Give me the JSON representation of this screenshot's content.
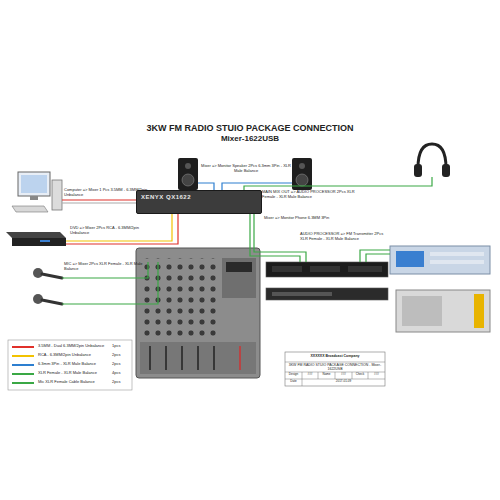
{
  "diagram": {
    "title": "3KW FM RADIO STUIO PACKAGE CONNECTION",
    "nodes": [
      {
        "text": [
          "XENYX QX1622"
        ]
      }
    ],
    "labels": [
      "Mixer-1622USB",
      "Mixer => Monitor Speaker 2Pcs 6.3mm 3Pin - XLR Male Balance",
      "Computer => Mixer 1 Pcs 3.5MM - 6.3MM/2pin Unbalance",
      "DVD => Mixer 2Pcs RCA - 6.3MM/2pin Unbalance",
      "MIC => Mixer 2Pcs XLR Female - XLR Male Balance",
      "MAIN MIX OUT => AUDIO PROCESSOR 2Pcs XLR Female - XLR Male Balance",
      "Mixer => Monitor Phone 6.3MM 3Pin",
      "AUDIO PROCESSOR => FM Transmitter 2Pcs XLR Female - XLR Male Balance",
      "1pcs",
      "2pcs",
      "2pcs",
      "4pcs",
      "2pcs",
      "XXXXXX Broadcast Company",
      "3KW FM RADIO STUIO PACKAGE CONNECTION - Mixer-1622USB",
      "Design",
      "###",
      "Name",
      "###",
      "Check",
      "###",
      "Date",
      "2017-01-09"
    ],
    "legend": [
      {
        "text": "3.5MM - Dual 6.3MM/2pin Unbalance",
        "color": "#e0302a"
      },
      {
        "text": "RCA - 6.3MM/2pin Unbalance",
        "color": "#f2c200"
      },
      {
        "text": "6.3mm 3Pin - XLR Male Balance",
        "color": "#2d7fd0"
      },
      {
        "text": "XLR Female - XLR Male Balance",
        "color": "#3aa845"
      },
      {
        "text": "Mic XLR Female Cable Balance",
        "color": "#3aa845"
      }
    ]
  }
}
